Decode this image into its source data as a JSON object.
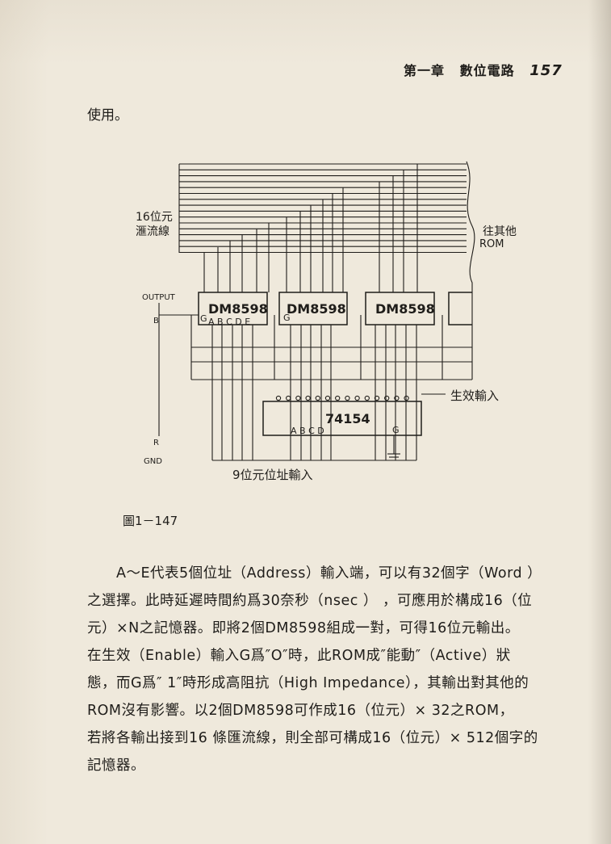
{
  "header": {
    "chapter": "第一章",
    "subject": "數位電路",
    "page_number": "157"
  },
  "intro_text": "使用。",
  "figure": {
    "bus_label_line1": "16位元",
    "bus_label_line2": "滙流線",
    "other_rom_line1": "往其他",
    "other_rom_line2": "ROM",
    "output_label": "OUTPUT",
    "b_label": "B",
    "r_label": "R",
    "gnd_label": "GND",
    "chip_names": [
      "DM8598",
      "DM8598",
      "DM8598"
    ],
    "g_pin": "G",
    "address_pins": "A B C D E",
    "decoder_name": "74154",
    "decoder_inputs": "A B C D",
    "decoder_g": "G",
    "enable_label": "生效輸入",
    "address_input_label": "9位元位址輸入",
    "caption": "圖1－147"
  },
  "body_lines": [
    "A～E代表5個位址（Address）輸入端，可以有32個字（Word ）",
    "之選擇。此時延遲時間約爲30奈秒（nsec ） ，可應用於構成16（位",
    "元）×N之記憶器。即將2個DM8598組成一對，可得16位元輸出。",
    "在生效（Enable）輸入G爲″O″時，此ROM成″能動″（Active）狀",
    "態，而G爲″ 1″時形成高阻抗（High Impedance），其輸出對其他的",
    "ROM沒有影響。以2個DM8598可作成16（位元）× 32之ROM，",
    "若將各輸出接到16 條匯流線，則全部可構成16（位元）× 512個字的",
    "記憶器。"
  ]
}
